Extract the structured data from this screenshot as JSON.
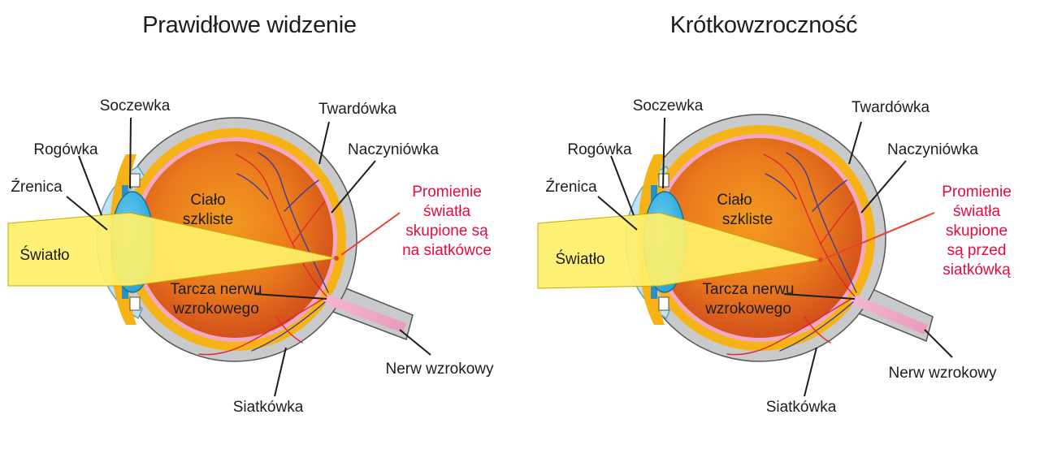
{
  "colors": {
    "sclera": "#c9cacb",
    "choroid": "#f6b317",
    "retina": "#f2a9c7",
    "vitreous_inner": "#f08a1c",
    "vitreous_outer": "#d9541b",
    "cornea": "#bfe3f2",
    "iris": "#2a8fc4",
    "lens": "#3bb4e4",
    "light": "#fff069",
    "vein_red": "#e3262e",
    "vein_blue": "#3d3d9a",
    "label_red": "#e30c3f"
  },
  "panels": [
    {
      "id": "normal",
      "title": "Prawidłowe widzenie",
      "labels": {
        "soczewka": "Soczewka",
        "twardowka": "Twardówka",
        "rogowka": "Rogówka",
        "naczyniowka": "Naczyniówka",
        "zrenica": "Źrenica",
        "cialo": [
          "Ciało",
          "szkliste"
        ],
        "swiatlo": "Światło",
        "tarcza": [
          "Tarcza nerwu",
          "wzrokowego"
        ],
        "nerw": "Nerw wzrokowy",
        "siatkowka": "Siatkówka",
        "promienie": [
          "Promienie",
          "światła",
          "skupione są",
          "na siatkówce"
        ]
      }
    },
    {
      "id": "myopia",
      "title": "Krótkowzroczność",
      "labels": {
        "soczewka": "Soczewka",
        "twardowka": "Twardówka",
        "rogowka": "Rogówka",
        "naczyniowka": "Naczyniówka",
        "zrenica": "Źrenica",
        "cialo": [
          "Ciało",
          "szkliste"
        ],
        "swiatlo": "Światło",
        "tarcza": [
          "Tarcza nerwu",
          "wzrokowego"
        ],
        "nerw": "Nerw wzrokowy",
        "siatkowka": "Siatkówka",
        "promienie": [
          "Promienie",
          "światła",
          "skupione",
          "są przed",
          "siatkówką"
        ]
      }
    }
  ]
}
